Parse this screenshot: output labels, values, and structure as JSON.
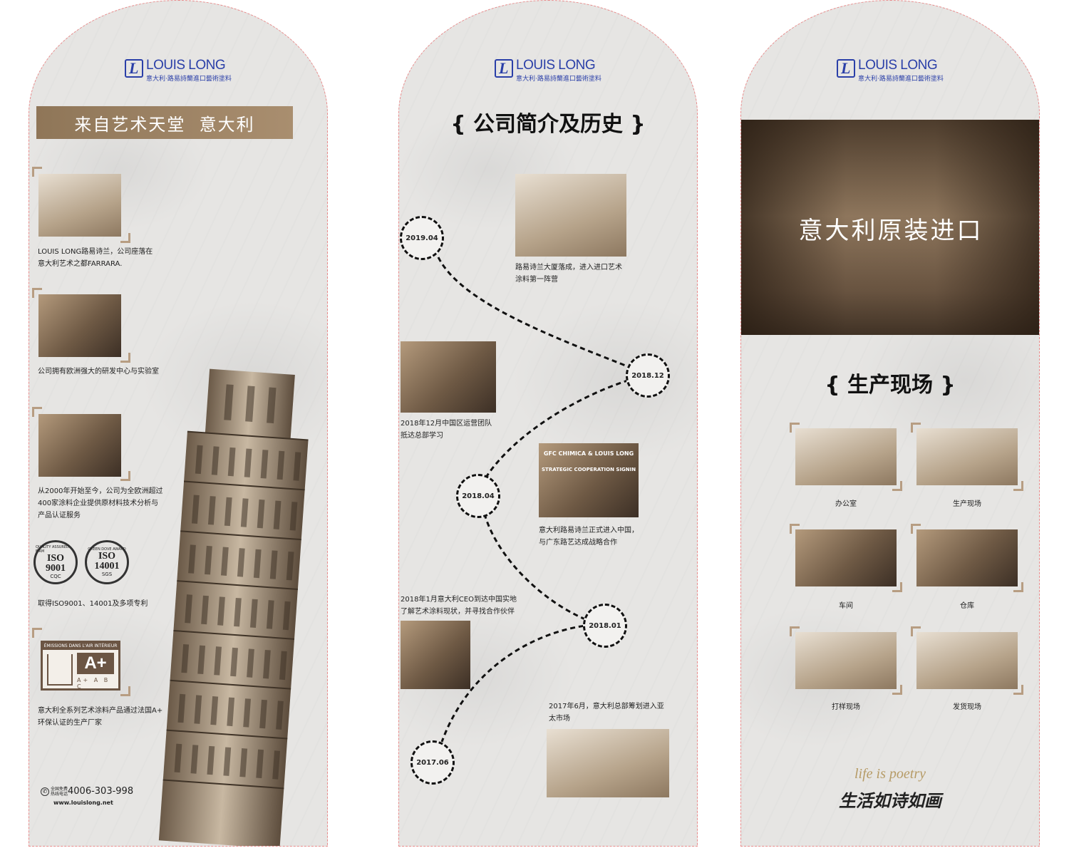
{
  "brand": {
    "name": "LOUIS LONG",
    "subtitle": "意大利·路易詩蘭進口藝術塗料",
    "mark": "L"
  },
  "panel1": {
    "banner": "来自艺术天堂  意大利",
    "items": [
      "LOUIS LONG路易诗兰，公司座落在",
      "意大利艺术之都FARRARA.",
      "公司拥有欧洲强大的研发中心与实验室",
      "从2000年开始至今，公司为全欧洲超过",
      "400家涂料企业提供原材料技术分析与",
      "产品认证服务",
      "取得ISO9001、14001及多项专利",
      "意大利全系列艺术涂料产品通过法国A+",
      "环保认证的生产厂家"
    ],
    "cert1": {
      "top": "QUALITY ASSURED FIRM",
      "main": "ISO",
      "num": "9001",
      "bottom": "CQC"
    },
    "cert2": {
      "top": "GREEN DOVE AWARD",
      "main": "ISO",
      "num": "14001",
      "bottom": "SGS"
    },
    "aplus": {
      "header": "ÉMISSIONS DANS L'AIR INTÉRIEUR",
      "grade": "A+",
      "scale": "A+ A B C"
    },
    "contact": {
      "label": "全国免费热线电话",
      "phone": "4006-303-998",
      "url": "www.louislong.net"
    }
  },
  "panel2": {
    "title": "{ 公司简介及历史 }",
    "milestones": [
      {
        "date": "2019.04",
        "text1": "路易诗兰大厦落成，进入进口艺术",
        "text2": "涂料第一阵营"
      },
      {
        "date": "2018.12",
        "text1": "2018年12月中国区运营团队",
        "text2": "抵达总部学习"
      },
      {
        "date": "2018.04",
        "text1": "意大利路易诗兰正式进入中国，",
        "text2": "与广东路艺达成战略合作"
      },
      {
        "date": "2018.01",
        "text1": "2018年1月意大利CEO到达中国实地",
        "text2": "了解艺术涂料现状，并寻找合作伙伴"
      },
      {
        "date": "2017.06",
        "text1": "2017年6月，意大利总部筹划进入亚",
        "text2": "太市场"
      }
    ],
    "photo_caption": "GFC CHIMICA & LOUIS LONG",
    "photo_caption2": "STRATEGIC COOPERATION SIGNING CEREMON"
  },
  "panel3": {
    "hero_title": "意大利原装进口",
    "title": "{ 生产现场 }",
    "gallery": [
      "办公室",
      "生产现场",
      "车间",
      "仓库",
      "打样现场",
      "发货现场"
    ],
    "slogan_en": "life is poetry",
    "slogan_cn": "生活如诗如画"
  },
  "colors": {
    "accent": "#a98e6f",
    "brand_blue": "#2a3fa8",
    "panel_bg": "#e6e5e3"
  }
}
